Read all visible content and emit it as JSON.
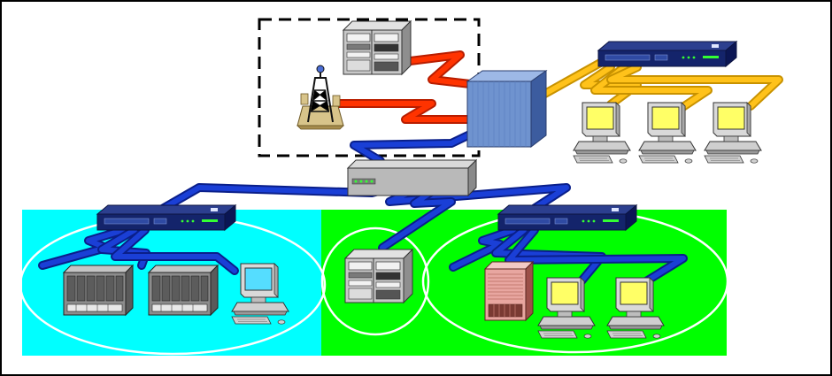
{
  "diagram": {
    "colors": {
      "page_background": "#ffffff",
      "frame": "#000000",
      "left_zone": "#00ffff",
      "right_zone": "#00ff00",
      "zone_ring": "#ffffff",
      "backbone_link": "#1a3fd6",
      "backbone_link_dark": "#0a1f8a",
      "wan_link": "#ff3300",
      "wan_link_dark": "#b81d00",
      "printer_link": "#ffc21a",
      "printer_link_dark": "#c89200",
      "hub_body": "#14246b",
      "core_switch": "#6f93cf",
      "router": "#b9b9b9",
      "monitor_screen_yellow": "#ffff66",
      "monitor_screen_cyan": "#55ddff",
      "server_grey": "#b8b8b8",
      "server_red": "#e8a6a0"
    },
    "zones": [
      {
        "id": "left",
        "shape": "rectangle",
        "fill_key": "left_zone"
      },
      {
        "id": "right",
        "shape": "rectangle",
        "fill_key": "right_zone"
      },
      {
        "id": "wan-group",
        "shape": "dashed-box"
      }
    ],
    "nodes": [
      {
        "id": "wan-server",
        "kind": "tower-server-icon"
      },
      {
        "id": "radio-tower",
        "kind": "antenna-tower-icon"
      },
      {
        "id": "core-switch",
        "kind": "cube-switch-icon"
      },
      {
        "id": "top-hub",
        "kind": "hub-icon"
      },
      {
        "id": "pc-top-1",
        "kind": "workstation-icon",
        "screen": "yellow"
      },
      {
        "id": "pc-top-2",
        "kind": "workstation-icon",
        "screen": "yellow"
      },
      {
        "id": "pc-top-3",
        "kind": "workstation-icon",
        "screen": "yellow"
      },
      {
        "id": "router",
        "kind": "router-icon"
      },
      {
        "id": "left-hub",
        "kind": "hub-icon"
      },
      {
        "id": "right-hub",
        "kind": "hub-icon"
      },
      {
        "id": "rack-server-1",
        "kind": "rack-server-icon"
      },
      {
        "id": "rack-server-2",
        "kind": "rack-server-icon"
      },
      {
        "id": "pc-left",
        "kind": "workstation-icon",
        "screen": "cyan"
      },
      {
        "id": "center-server",
        "kind": "tower-server-icon"
      },
      {
        "id": "red-server",
        "kind": "red-tower-server-icon"
      },
      {
        "id": "pc-right-1",
        "kind": "workstation-icon",
        "screen": "yellow"
      },
      {
        "id": "pc-right-2",
        "kind": "workstation-icon",
        "screen": "yellow"
      }
    ],
    "links": [
      {
        "from": "wan-server",
        "to": "core-switch",
        "style": "wan"
      },
      {
        "from": "radio-tower",
        "to": "core-switch",
        "style": "wan"
      },
      {
        "from": "core-switch",
        "to": "top-hub",
        "style": "printer"
      },
      {
        "from": "top-hub",
        "to": "pc-top-1",
        "style": "printer"
      },
      {
        "from": "top-hub",
        "to": "pc-top-2",
        "style": "printer"
      },
      {
        "from": "top-hub",
        "to": "pc-top-3",
        "style": "printer"
      },
      {
        "from": "core-switch",
        "to": "router",
        "style": "backbone"
      },
      {
        "from": "router",
        "to": "left-hub",
        "style": "backbone"
      },
      {
        "from": "router",
        "to": "right-hub",
        "style": "backbone"
      },
      {
        "from": "router",
        "to": "center-server",
        "style": "backbone"
      },
      {
        "from": "left-hub",
        "to": "rack-server-1",
        "style": "backbone"
      },
      {
        "from": "left-hub",
        "to": "rack-server-2",
        "style": "backbone"
      },
      {
        "from": "left-hub",
        "to": "pc-left",
        "style": "backbone"
      },
      {
        "from": "right-hub",
        "to": "red-server",
        "style": "backbone"
      },
      {
        "from": "right-hub",
        "to": "pc-right-1",
        "style": "backbone"
      },
      {
        "from": "right-hub",
        "to": "pc-right-2",
        "style": "backbone"
      }
    ]
  }
}
